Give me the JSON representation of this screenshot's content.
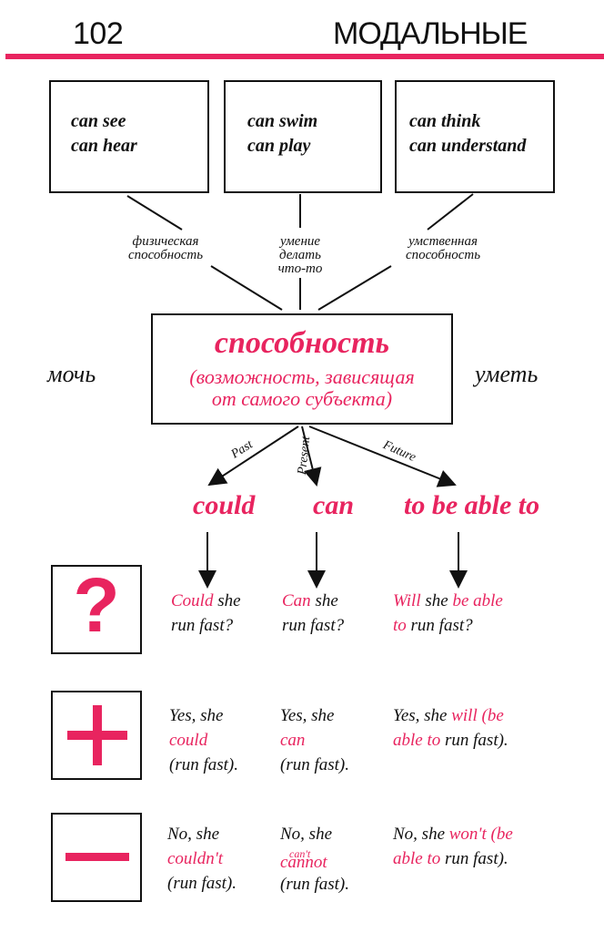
{
  "header": {
    "page_number": "102",
    "title": "МОДАЛЬНЫЕ"
  },
  "colors": {
    "accent": "#e8245f",
    "ink": "#111111"
  },
  "top_boxes": [
    {
      "line1": "can see",
      "line2": "can hear"
    },
    {
      "line1": "can swim",
      "line2": "can play"
    },
    {
      "line1": "can think",
      "line2": "can understand"
    }
  ],
  "ability_types": [
    {
      "line1": "физическая",
      "line2": "способность",
      "line3": ""
    },
    {
      "line1": "умение",
      "line2": "делать",
      "line3": "что-то"
    },
    {
      "line1": "умственная",
      "line2": "способность",
      "line3": ""
    }
  ],
  "center": {
    "title": "способность",
    "subtitle_line1": "(возможность, зависящая",
    "subtitle_line2": "от самого субъекта)"
  },
  "side_words": {
    "left": "мочь",
    "right": "уметь"
  },
  "tenses": {
    "past": "Past",
    "present": "Present",
    "future": "Future"
  },
  "forms": {
    "past": "could",
    "present": "can",
    "future": "to be able to"
  },
  "rows": {
    "question": {
      "symbol": "?",
      "past": {
        "modal": "Could",
        "rest1": " she",
        "rest2": "run fast?"
      },
      "present": {
        "modal": "Can",
        "rest1": " she",
        "rest2": "run fast?"
      },
      "future": {
        "modal1": "Will",
        "mid": " she ",
        "modal2": "be able",
        "modal3": "to",
        "rest": " run fast?"
      }
    },
    "positive": {
      "symbol": "+",
      "past": {
        "line1": "Yes, she",
        "line2": "could",
        "line3": "(run fast)."
      },
      "present": {
        "line1": "Yes, she",
        "line2": "can",
        "line3": "(run fast)."
      },
      "future": {
        "lead": "Yes, she ",
        "modal1": "will (be",
        "modal2": "able to",
        "rest": " run fast)."
      }
    },
    "negative": {
      "symbol": "−",
      "past": {
        "line1": "No, she",
        "line2": "couldn't",
        "line3": "(run fast)."
      },
      "present": {
        "line1": "No, she",
        "contraction": "can't",
        "line2": "cannot",
        "line3": "(run fast)."
      },
      "future": {
        "lead": "No, she ",
        "modal1": "won't (be",
        "modal2": "able to",
        "rest": " run fast)."
      }
    }
  }
}
